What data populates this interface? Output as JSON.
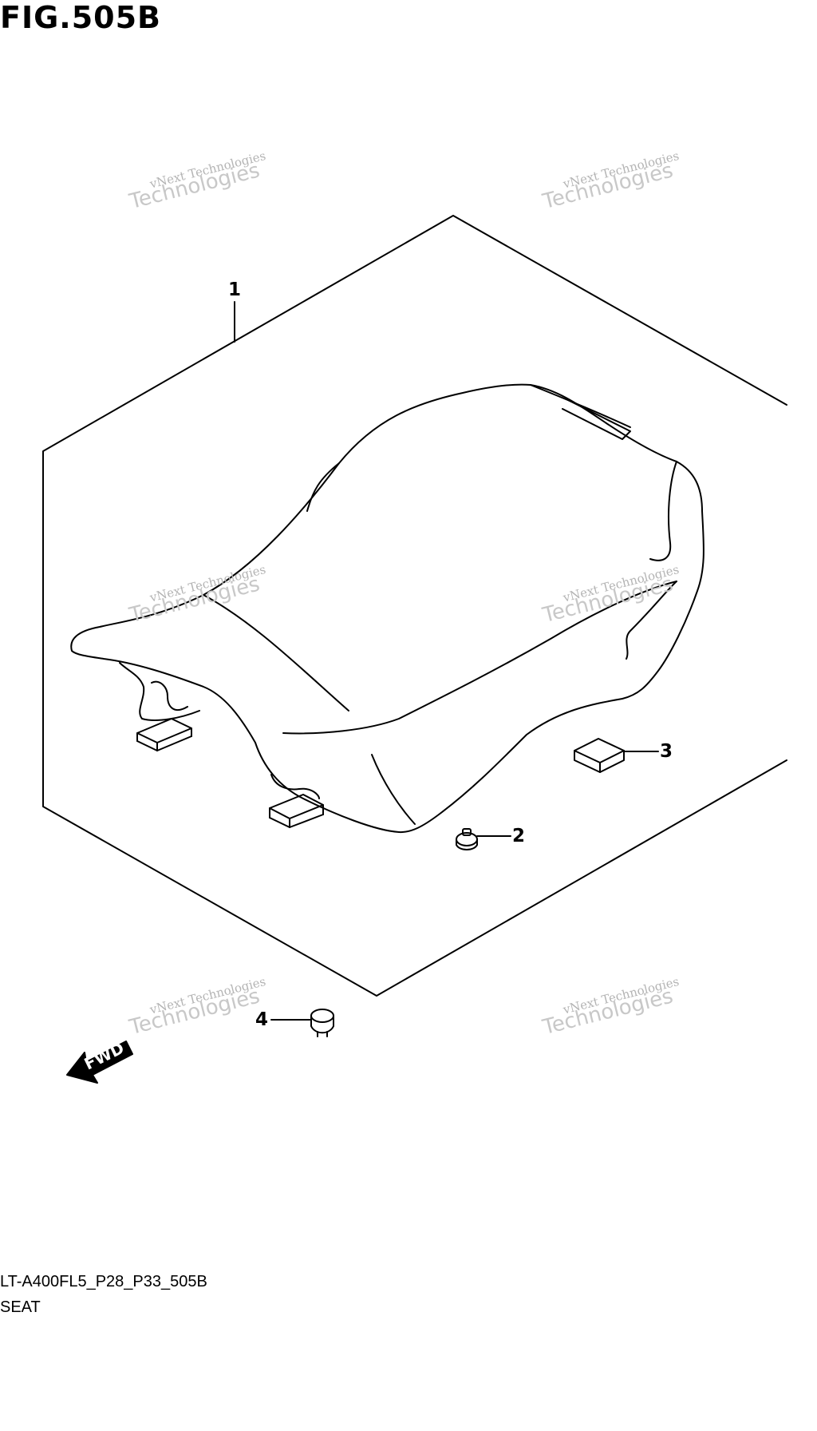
{
  "figure": {
    "title": "FIG.505B"
  },
  "callouts": [
    {
      "id": "1",
      "label": "1"
    },
    {
      "id": "2",
      "label": "2"
    },
    {
      "id": "3",
      "label": "3"
    },
    {
      "id": "4",
      "label": "4"
    }
  ],
  "watermark": {
    "line1": "vNext Technologies",
    "line2": "Technologies"
  },
  "direction_marker": {
    "label": "FWD"
  },
  "footer": {
    "code": "LT-A400FL5_P28_P33_505B",
    "name": "SEAT"
  }
}
